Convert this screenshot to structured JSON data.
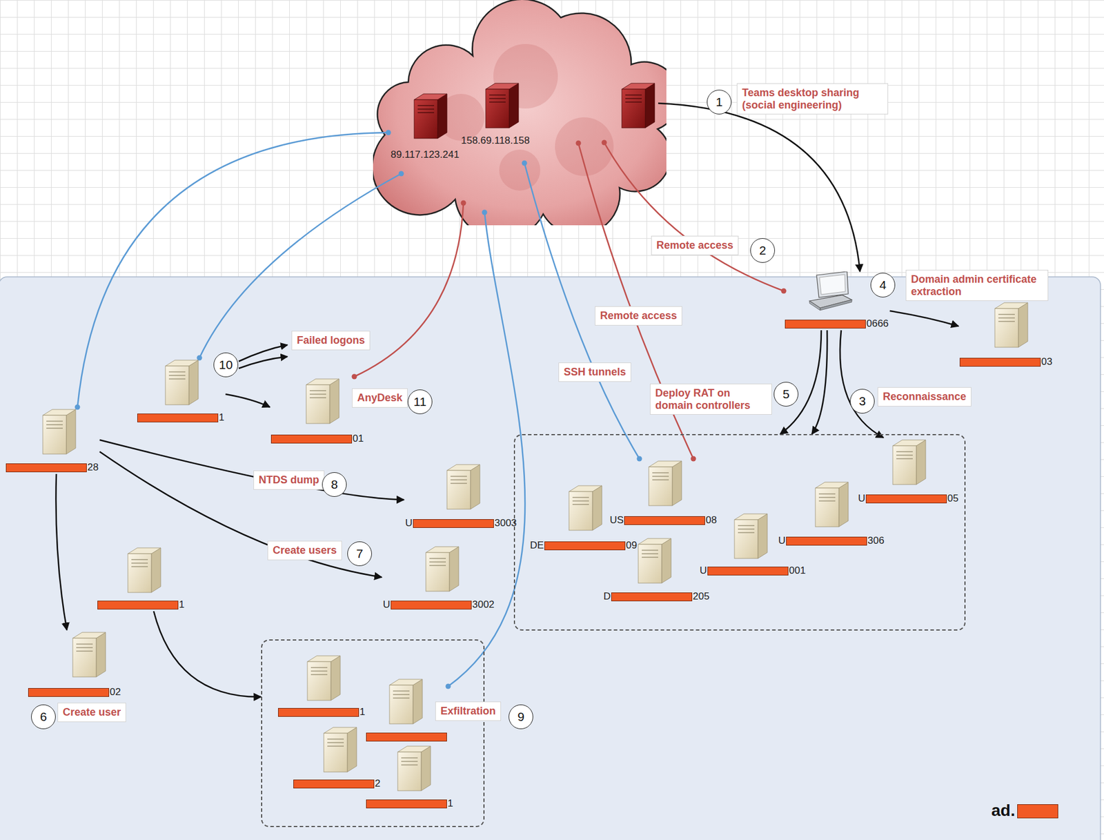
{
  "diagram": {
    "nodes": [
      {
        "text": [
          "89.117.123.241",
          "158.69.118.158"
        ]
      },
      {
        "text": [
          "ad."
        ]
      },
      {
        "text": [
          "0666"
        ],
        "in": 1
      },
      {
        "text": [
          "03"
        ],
        "in": 1
      },
      {
        "text": [
          "1"
        ],
        "in": 1
      },
      {
        "text": [
          "01"
        ],
        "in": 1
      },
      {
        "text": [
          "28"
        ],
        "in": 1
      },
      {
        "text": [],
        "in": 1
      },
      {
        "text": [
          "US",
          "08"
        ],
        "in": 7
      },
      {
        "text": [
          "U",
          "05"
        ],
        "in": 7
      },
      {
        "text": [
          "DE",
          "09"
        ],
        "in": 7
      },
      {
        "text": [
          "U",
          "306"
        ],
        "in": 7
      },
      {
        "text": [
          "U",
          "001"
        ],
        "in": 7
      },
      {
        "text": [
          "D",
          "205"
        ],
        "in": 7
      },
      {
        "text": [
          "U",
          "3003"
        ],
        "in": 1
      },
      {
        "text": [
          "U",
          "3002"
        ],
        "in": 1
      },
      {
        "text": [
          "1"
        ],
        "in": 1
      },
      {
        "text": [
          "02"
        ],
        "in": 1
      },
      {
        "text": [],
        "in": 1
      },
      {
        "text": [
          "1"
        ],
        "in": 18
      },
      {
        "text": [],
        "in": 18
      },
      {
        "text": [
          "2"
        ],
        "in": 18
      },
      {
        "text": [
          "1"
        ],
        "in": 18
      }
    ],
    "edges": [
      {
        "from": 0,
        "to": 2,
        "label": "Teams desktop sharing (social engineering)",
        "arrow": "to"
      },
      {
        "from": 0,
        "to": 2,
        "label": "Remote access",
        "arrow": "none"
      },
      {
        "from": 2,
        "to": 9,
        "label": "Reconnaissance",
        "arrow": "to"
      },
      {
        "from": 2,
        "to": 3,
        "label": "Domain admin certificate extraction",
        "arrow": "to"
      },
      {
        "from": 2,
        "to": 7,
        "label": "Deploy RAT on domain controllers",
        "arrow": "to"
      },
      {
        "from": 2,
        "to": 7,
        "arrow": "to"
      },
      {
        "from": 6,
        "to": 17,
        "label": "Create user",
        "arrow": "to"
      },
      {
        "from": 6,
        "to": 15,
        "label": "Create users",
        "arrow": "to"
      },
      {
        "from": 6,
        "to": 14,
        "label": "NTDS dump",
        "arrow": "to"
      },
      {
        "from": 16,
        "to": 18,
        "arrow": "to"
      },
      {
        "from": 4,
        "to": 5,
        "arrow": "to"
      },
      {
        "from": 0,
        "to": 4,
        "arrow": "none"
      },
      {
        "from": 0,
        "to": 6,
        "arrow": "none"
      },
      {
        "from": 0,
        "to": 5,
        "label": "AnyDesk",
        "arrow": "none"
      },
      {
        "from": 0,
        "to": 20,
        "label": "Exfiltration",
        "arrow": "none"
      },
      {
        "from": 0,
        "to": 8,
        "label": "SSH tunnels",
        "arrow": "none"
      },
      {
        "from": 0,
        "to": 8,
        "label": "Remote access",
        "arrow": "none"
      }
    ],
    "labels": [
      "1",
      "2",
      "3",
      "4",
      "5",
      "6",
      "7",
      "8",
      "9",
      "10",
      "11",
      "Failed logons"
    ]
  }
}
